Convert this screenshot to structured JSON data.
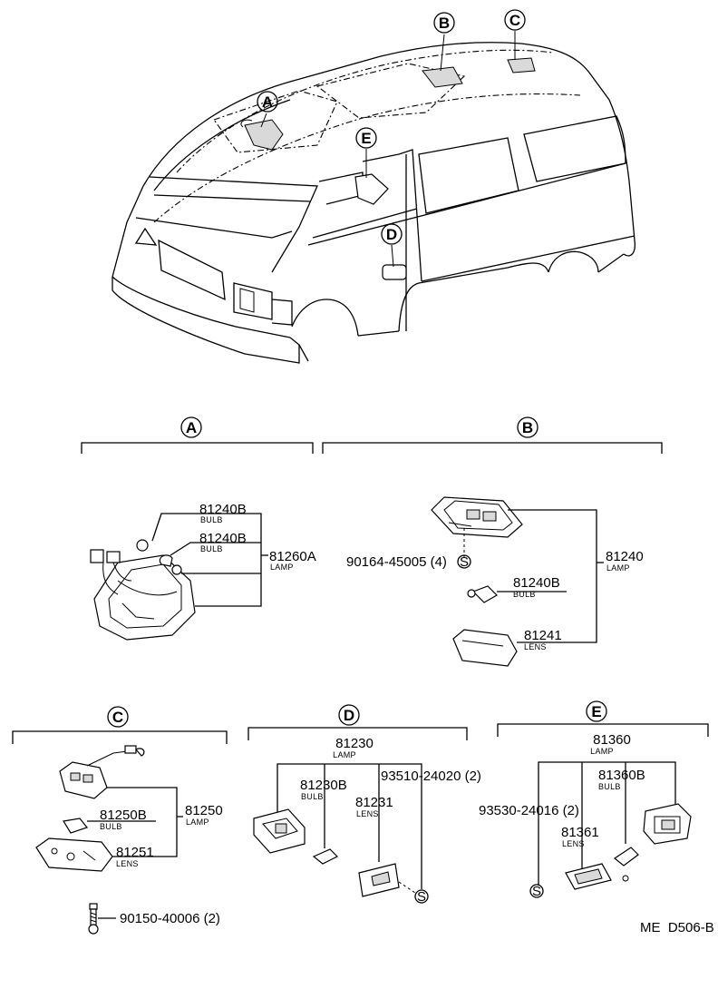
{
  "view_labels": [
    "A",
    "B",
    "C",
    "D",
    "E"
  ],
  "section_a": {
    "letter": "A",
    "bulb_1": {
      "part_no": "81240B",
      "name": "BULB"
    },
    "bulb_2": {
      "part_no": "81240B",
      "name": "BULB"
    },
    "lamp": {
      "part_no": "81260A",
      "name": "LAMP"
    }
  },
  "section_b": {
    "letter": "B",
    "screw": {
      "part_no": "90164-45005 (4)",
      "symbol": "S"
    },
    "bulb": {
      "part_no": "81240B",
      "name": "BULB"
    },
    "lamp": {
      "part_no": "81240",
      "name": "LAMP"
    },
    "lens": {
      "part_no": "81241",
      "name": "LENS"
    }
  },
  "section_c": {
    "letter": "C",
    "bulb": {
      "part_no": "81250B",
      "name": "BULB"
    },
    "lamp": {
      "part_no": "81250",
      "name": "LAMP"
    },
    "lens": {
      "part_no": "81251",
      "name": "LENS"
    },
    "screw": {
      "part_no": "90150-40006 (2)"
    }
  },
  "section_d": {
    "letter": "D",
    "lamp": {
      "part_no": "81230",
      "name": "LAMP"
    },
    "bulb": {
      "part_no": "81230B",
      "name": "BULB"
    },
    "screw": {
      "part_no": "93510-24020 (2)",
      "symbol": "S"
    },
    "lens": {
      "part_no": "81231",
      "name": "LENS"
    }
  },
  "section_e": {
    "letter": "E",
    "lamp": {
      "part_no": "81360",
      "name": "LAMP"
    },
    "bulb": {
      "part_no": "81360B",
      "name": "BULB"
    },
    "screw": {
      "part_no": "93530-24016 (2)",
      "symbol": "S"
    },
    "lens": {
      "part_no": "81361",
      "name": "LENS"
    }
  },
  "diagram_code": "ME  D506-B"
}
